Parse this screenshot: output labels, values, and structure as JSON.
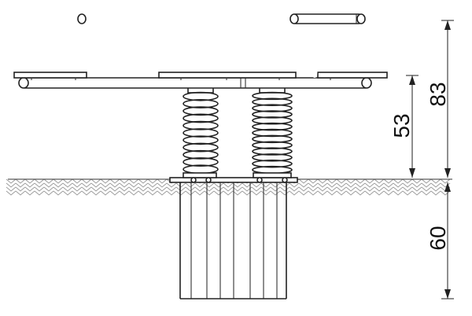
{
  "dimensions": {
    "spring_height": "53",
    "total_height": "83",
    "foundation_depth": "60"
  },
  "colors": {
    "line": "#222222",
    "hatch": "#9a9a9a",
    "background": "#ffffff"
  }
}
